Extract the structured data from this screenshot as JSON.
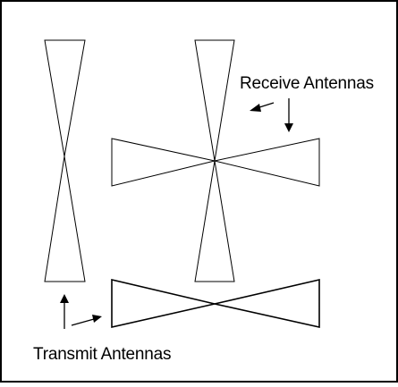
{
  "diagram": {
    "labels": {
      "receive": "Receive Antennas",
      "transmit": "Transmit Antennas"
    },
    "antennas": {
      "transmit": [
        {
          "id": "tx-vertical",
          "orientation": "vertical"
        },
        {
          "id": "tx-horizontal",
          "orientation": "horizontal"
        }
      ],
      "receive": [
        {
          "id": "rx-vertical",
          "orientation": "vertical"
        },
        {
          "id": "rx-horizontal",
          "orientation": "horizontal"
        }
      ]
    },
    "colors": {
      "stroke": "#000000",
      "background": "#ffffff"
    }
  }
}
